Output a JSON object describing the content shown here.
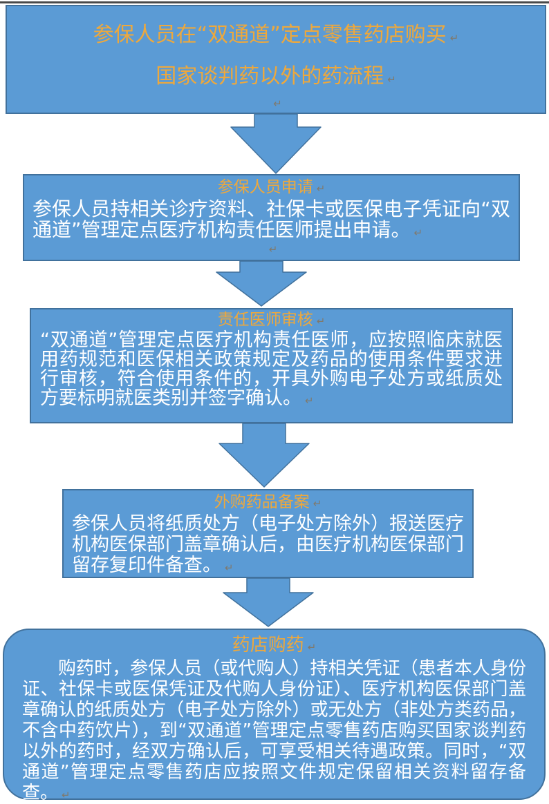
{
  "colors": {
    "box_fill": "#5B9BD5",
    "box_border": "#41719C",
    "heading_gold": "#EEA83C",
    "body_text": "#FFFFFF",
    "return_mark": "#80796C"
  },
  "marks": {
    "return": "↵"
  },
  "title": {
    "line1": "参保人员在“双通道”定点零售药店购买",
    "line2": "国家谈判药以外的药流程"
  },
  "steps": [
    {
      "heading": "参保人员申请",
      "body": "参保人员持相关诊疗资料、社保卡或医保电子凭证向“双通道”管理定点医疗机构责任医师提出申请。"
    },
    {
      "heading": "责任医师审核",
      "body": "“双通道”管理定点医疗机构责任医师，应按照临床就医用药规范和医保相关政策规定及药品的使用条件要求进行审核，符合使用条件的，开具外购电子处方或纸质处方要标明就医类别并签字确认。"
    },
    {
      "heading": "外购药品备案",
      "body": "参保人员将纸质处方（电子处方除外）报送医疗机构医保部门盖章确认后，由医疗机构医保部门留存复印件备查。"
    },
    {
      "heading": "药店购药",
      "body": "购药时，参保人员（或代购人）持相关凭证（患者本人身份证、社保卡或医保凭证及代购人身份证）、医疗机构医保部门盖章确认的纸质处方（电子处方除外）或无处方（非处方类药品，不含中药饮片），到“双通道”管理定点零售药店购买国家谈判药以外的药时，经双方确认后，可享受相关待遇政策。同时，“双通道”管理定点零售药店应按照文件规定保留相关资料留存备查。"
    }
  ]
}
